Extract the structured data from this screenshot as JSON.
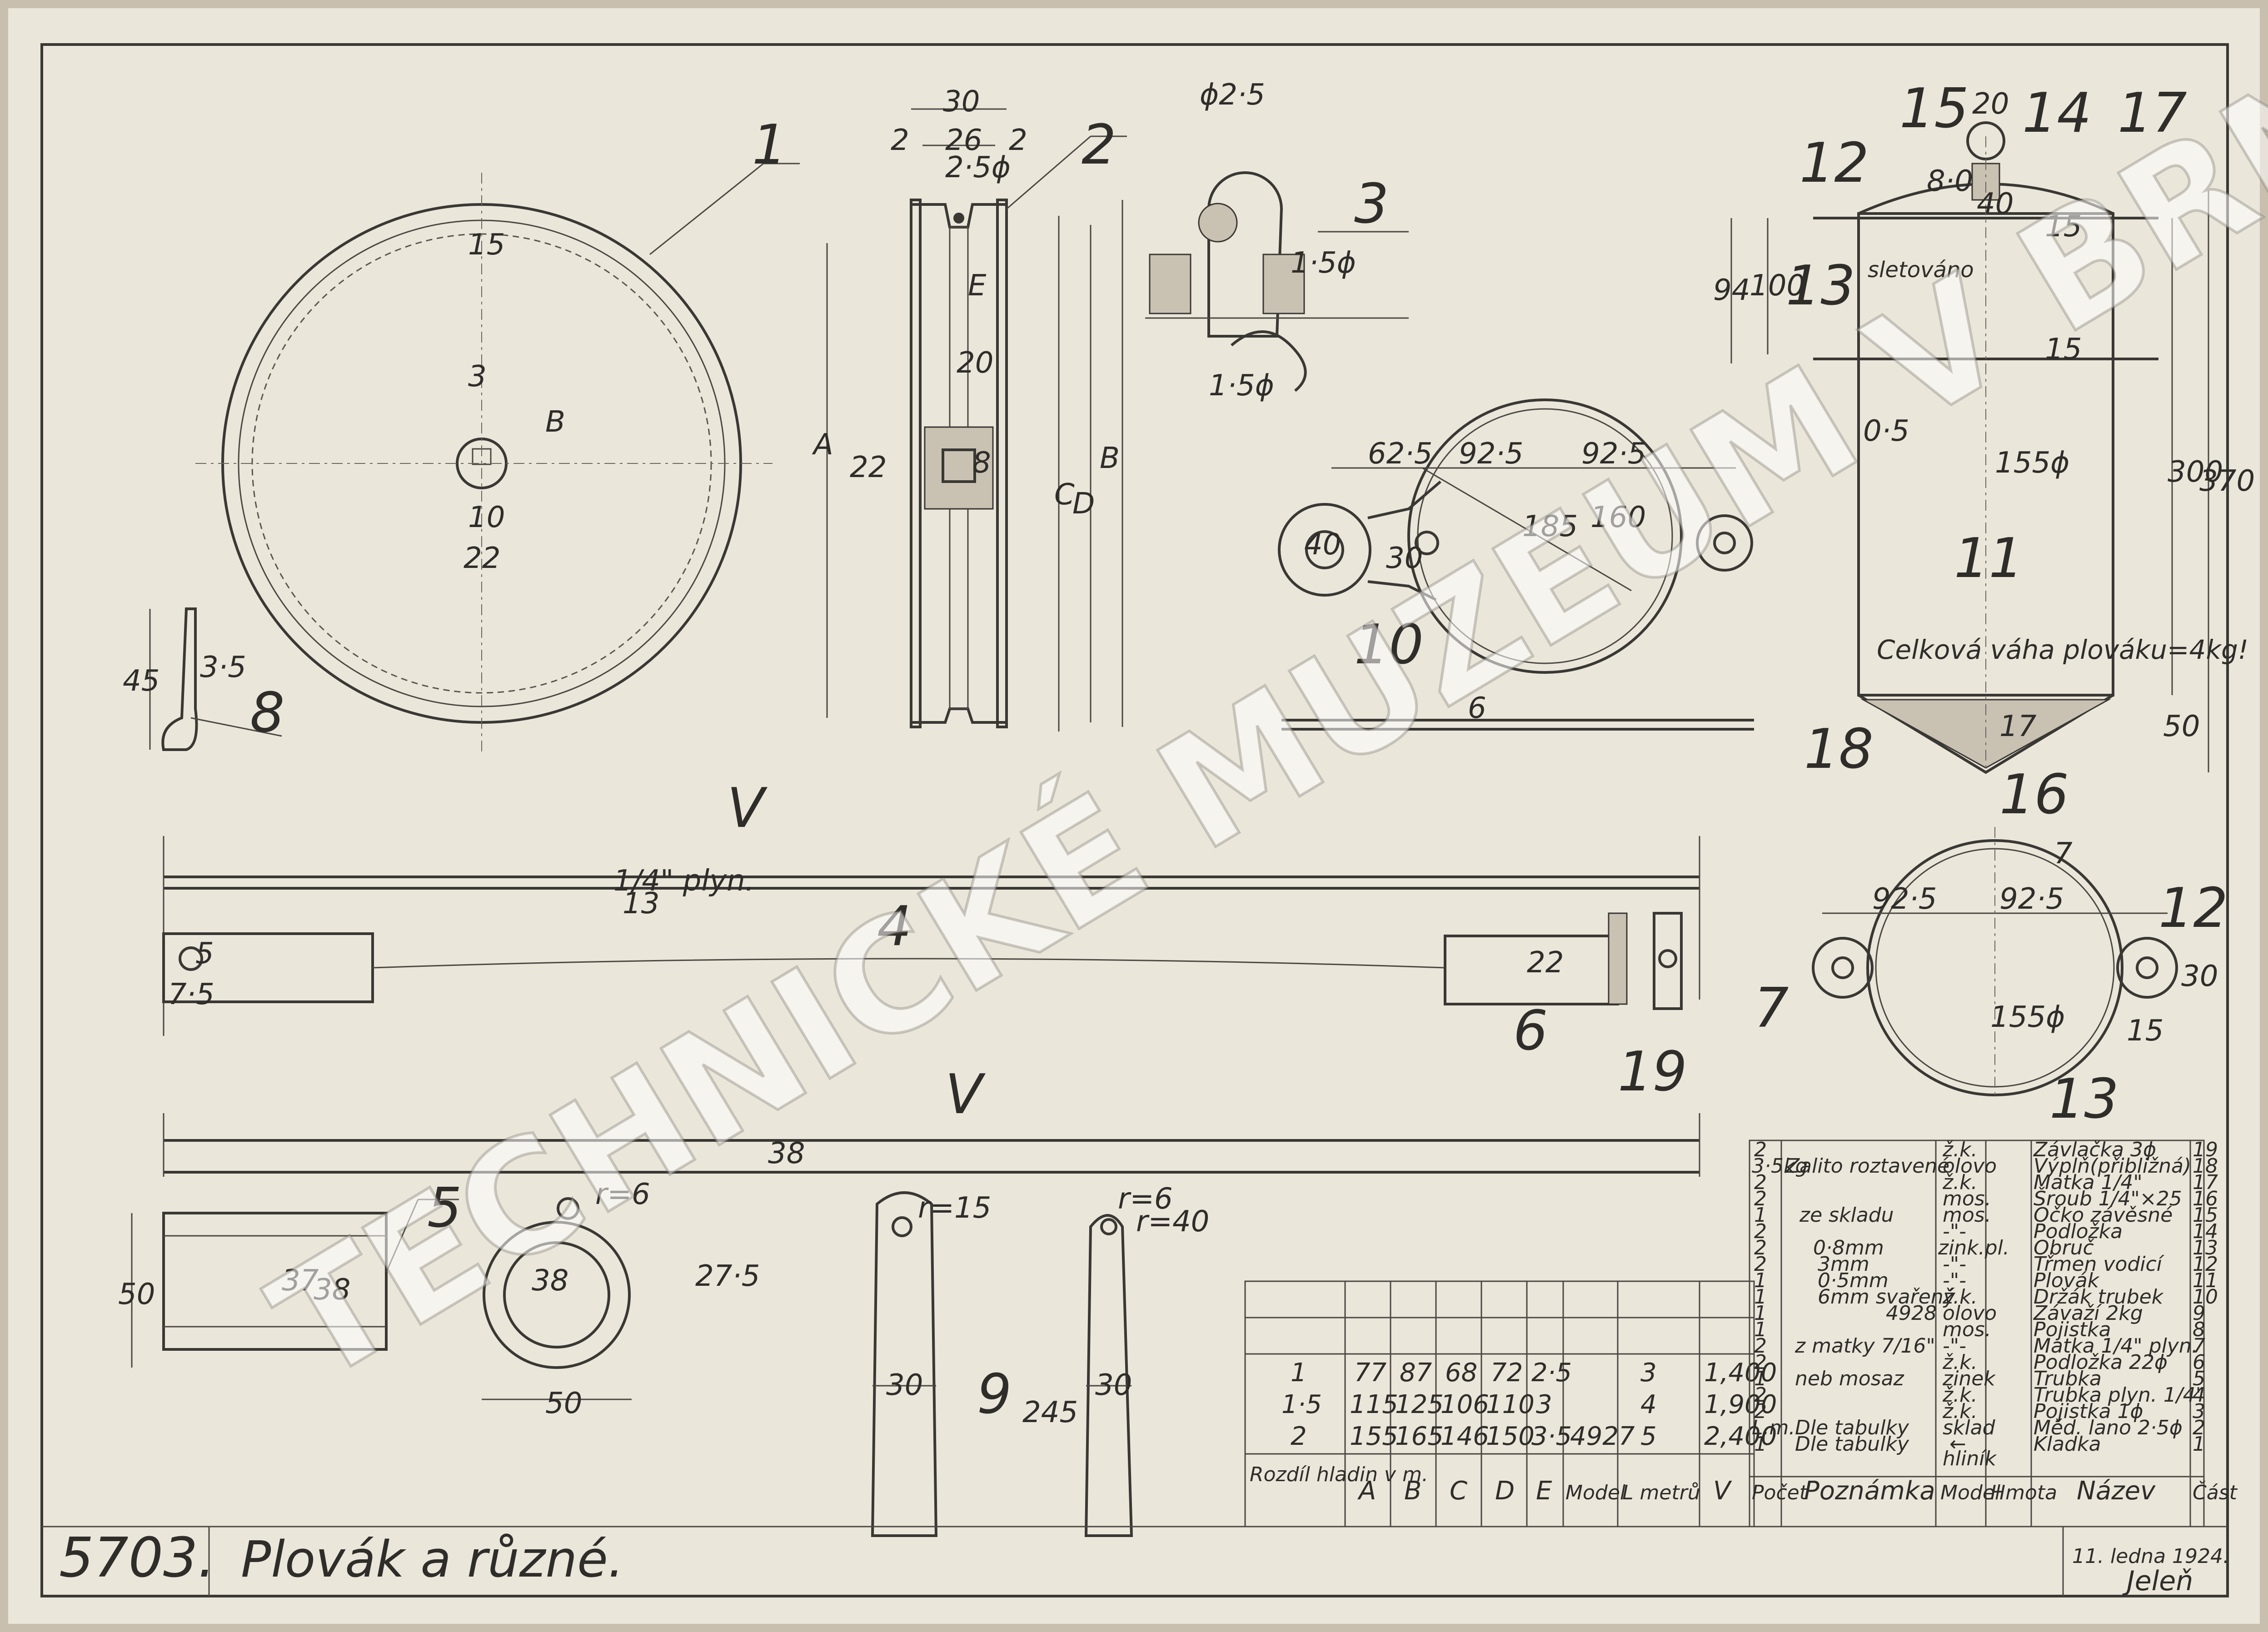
{
  "title_block": {
    "number": "5703.",
    "name": "Plovák a různé.",
    "date": "11. ledna 1924.",
    "signature": "Jeleň"
  },
  "watermark": "TECHNICKÉ MUZEUM V BRNĚ",
  "part_numbers": [
    "1",
    "2",
    "3",
    "4",
    "5",
    "6",
    "7",
    "8",
    "9",
    "10",
    "11",
    "12",
    "13",
    "14",
    "15",
    "16",
    "17",
    "18",
    "19"
  ],
  "annotations": {
    "weight_note": "Celková váha plováku=4kg!",
    "soldered": "sletováno",
    "rod_label": "V",
    "letter_A": "A",
    "letter_B": "B",
    "letter_C": "C",
    "letter_D": "D",
    "letter_E": "E"
  },
  "dimensions": {
    "d30": "30",
    "d26": "26",
    "d2": "2",
    "d25phi": "2·5ϕ",
    "d15": "15",
    "d3": "3",
    "d10": "10",
    "d22": "22",
    "d20": "20",
    "d8": "8",
    "d4": "4",
    "d15phi": "1·5ϕ",
    "phi25": "ϕ2·5",
    "d625": "62·5",
    "d925": "92·5",
    "d185": "185",
    "d160": "160",
    "d40": "40",
    "d6": "6",
    "d100": "100",
    "d94": "94",
    "d300": "300",
    "d370": "370",
    "d50": "50",
    "d155phi": "155ϕ",
    "d45": "45",
    "d35": "3·5",
    "d75": "7·5",
    "d5": "5",
    "d13": "13",
    "d14pipe": "1/4\" plyn.",
    "d38": "38",
    "d37": "37",
    "d275": "27·5",
    "r6": "r=6",
    "r15": "r=15",
    "r40": "r=40",
    "d245": "245",
    "d05": "0·5",
    "d7": "7",
    "d14": "1·5",
    "d80": "8·0"
  },
  "size_table": {
    "rows": [
      {
        "size": "1",
        "A": "77",
        "B": "87",
        "C": "68",
        "D": "72",
        "E": "2·5",
        "model": "",
        "l": "3",
        "v": "1,400"
      },
      {
        "size": "1·5",
        "A": "115",
        "B": "125",
        "C": "106",
        "D": "110",
        "E": "3",
        "model": "",
        "l": "4",
        "v": "1,900"
      },
      {
        "size": "2",
        "A": "155",
        "B": "165",
        "C": "146",
        "D": "150",
        "E": "3·5",
        "model": "4927",
        "l": "5",
        "v": "2,400"
      }
    ],
    "header": {
      "size": "Rozdíl hladin v m.",
      "A": "A",
      "B": "B",
      "C": "C",
      "D": "D",
      "E": "E",
      "model": "Model",
      "l": "L metrů",
      "v": "V"
    }
  },
  "parts_list": {
    "header": {
      "count": "Počet",
      "note": "Poznámka",
      "model": "Model",
      "material": "Hmota",
      "name": "Název",
      "part": "Část"
    },
    "rows": [
      {
        "count": "2",
        "note": "",
        "model": "",
        "material": "ž.k.",
        "name": "Závlačka 3ϕ",
        "part": "19"
      },
      {
        "count": "3·5kg",
        "note": "Zalito roztavené",
        "model": "",
        "material": "olovo",
        "name": "Výplň(přibližná)",
        "part": "18"
      },
      {
        "count": "2",
        "note": "",
        "model": "",
        "material": "ž.k.",
        "name": "Matka 1/4\"",
        "part": "17"
      },
      {
        "count": "2",
        "note": "",
        "model": "",
        "material": "mos.",
        "name": "Šroub 1/4\"×25",
        "part": "16"
      },
      {
        "count": "1",
        "note": "ze skladu",
        "model": "",
        "material": "mos.",
        "name": "Očko závěsné",
        "part": "15"
      },
      {
        "count": "2",
        "note": "",
        "model": "",
        "material": "-\"-",
        "name": "Podložka",
        "part": "14"
      },
      {
        "count": "2",
        "note": "0·8mm",
        "model": "",
        "material": "zink.pl.",
        "name": "Obruč",
        "part": "13"
      },
      {
        "count": "2",
        "note": "3mm",
        "model": "",
        "material": "-\"-",
        "name": "Třmen vodicí",
        "part": "12"
      },
      {
        "count": "1",
        "note": "0·5mm",
        "model": "",
        "material": "-\"-",
        "name": "Plovák",
        "part": "11"
      },
      {
        "count": "1",
        "note": "6mm svařený",
        "model": "",
        "material": "ž.k.",
        "name": "Držák trubek",
        "part": "10"
      },
      {
        "count": "1",
        "note": "",
        "model": "4928",
        "material": "olovo",
        "name": "Závaží 2kg",
        "part": "9"
      },
      {
        "count": "1",
        "note": "",
        "model": "",
        "material": "mos.",
        "name": "Pojistka",
        "part": "8"
      },
      {
        "count": "2",
        "note": "z matky 7/16\"",
        "model": "",
        "material": "-\"-",
        "name": "Matka 1/4\" plyn.",
        "part": "7"
      },
      {
        "count": "2",
        "note": "",
        "model": "",
        "material": "ž.k.",
        "name": "Podložka 22ϕ",
        "part": "6"
      },
      {
        "count": "1",
        "note": "neb mosaz",
        "model": "",
        "material": "zinek",
        "name": "Trubka",
        "part": "5"
      },
      {
        "count": "2",
        "note": "",
        "model": "",
        "material": "ž.k.",
        "name": "Trubka plyn. 1/4\"",
        "part": "4"
      },
      {
        "count": "2",
        "note": "",
        "model": "",
        "material": "ž.k.",
        "name": "Pojistka 1ϕ",
        "part": "3"
      },
      {
        "count": "L.m.",
        "note": "Dle tabulky",
        "model": "",
        "material": "sklad",
        "name": "Měd. lano 2·5ϕ",
        "part": "2"
      },
      {
        "count": "1",
        "note": "Dle tabulky",
        "model": "←",
        "material": "hliník",
        "name": "Kladka",
        "part": "1"
      }
    ]
  }
}
